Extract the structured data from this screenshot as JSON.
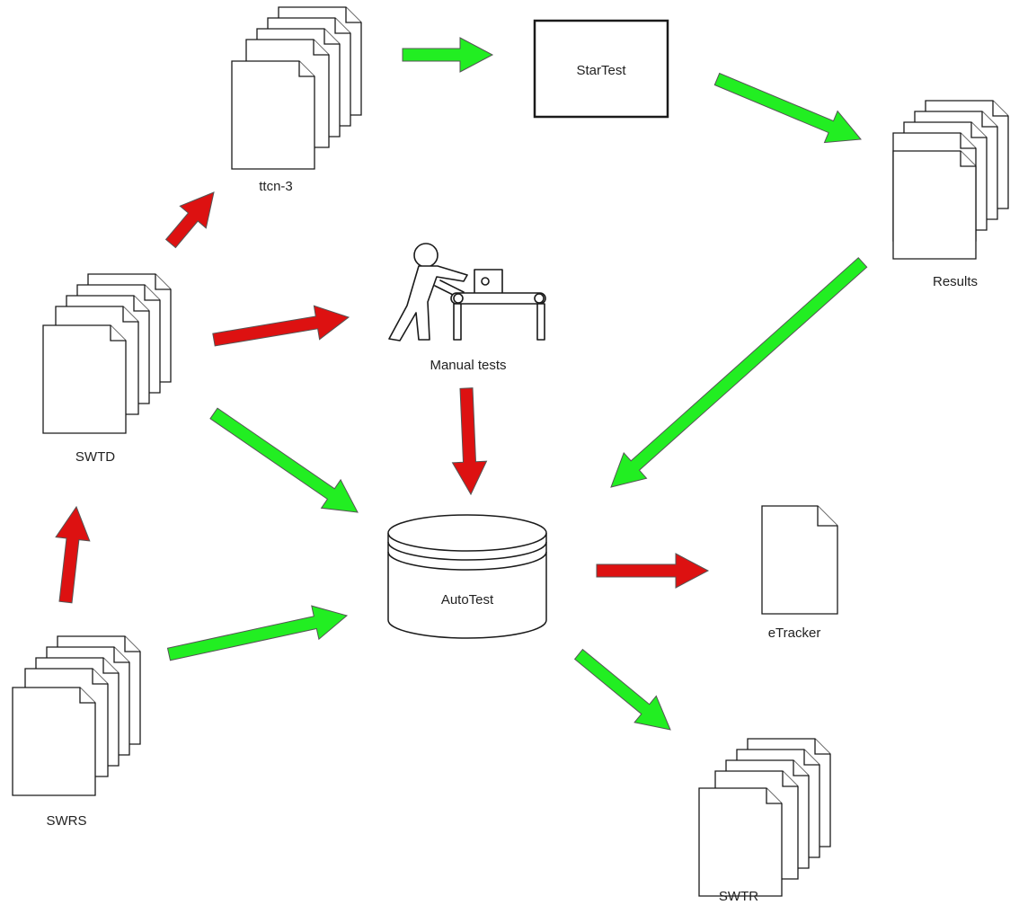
{
  "nodes": {
    "ttcn3": "ttcn-3",
    "startest": "StarTest",
    "results": "Results",
    "swtd": "SWTD",
    "manual": "Manual tests",
    "autotest": "AutoTest",
    "etracker": "eTracker",
    "swrs": "SWRS",
    "swtr": "SWTR"
  },
  "colors": {
    "green_arrow": "#22ee22",
    "red_arrow": "#dd1111",
    "outline": "#1a1a1a"
  },
  "edges": [
    {
      "from": "ttcn-3",
      "to": "StarTest",
      "color": "green"
    },
    {
      "from": "StarTest",
      "to": "Results",
      "color": "green"
    },
    {
      "from": "Results",
      "to": "AutoTest",
      "color": "green"
    },
    {
      "from": "SWTD",
      "to": "ttcn-3",
      "color": "red"
    },
    {
      "from": "SWTD",
      "to": "Manual tests",
      "color": "red"
    },
    {
      "from": "SWTD",
      "to": "AutoTest",
      "color": "green"
    },
    {
      "from": "Manual tests",
      "to": "AutoTest",
      "color": "red"
    },
    {
      "from": "SWRS",
      "to": "SWTD",
      "color": "red"
    },
    {
      "from": "SWRS",
      "to": "AutoTest",
      "color": "green"
    },
    {
      "from": "AutoTest",
      "to": "eTracker",
      "color": "red"
    },
    {
      "from": "AutoTest",
      "to": "SWTR",
      "color": "green"
    }
  ]
}
